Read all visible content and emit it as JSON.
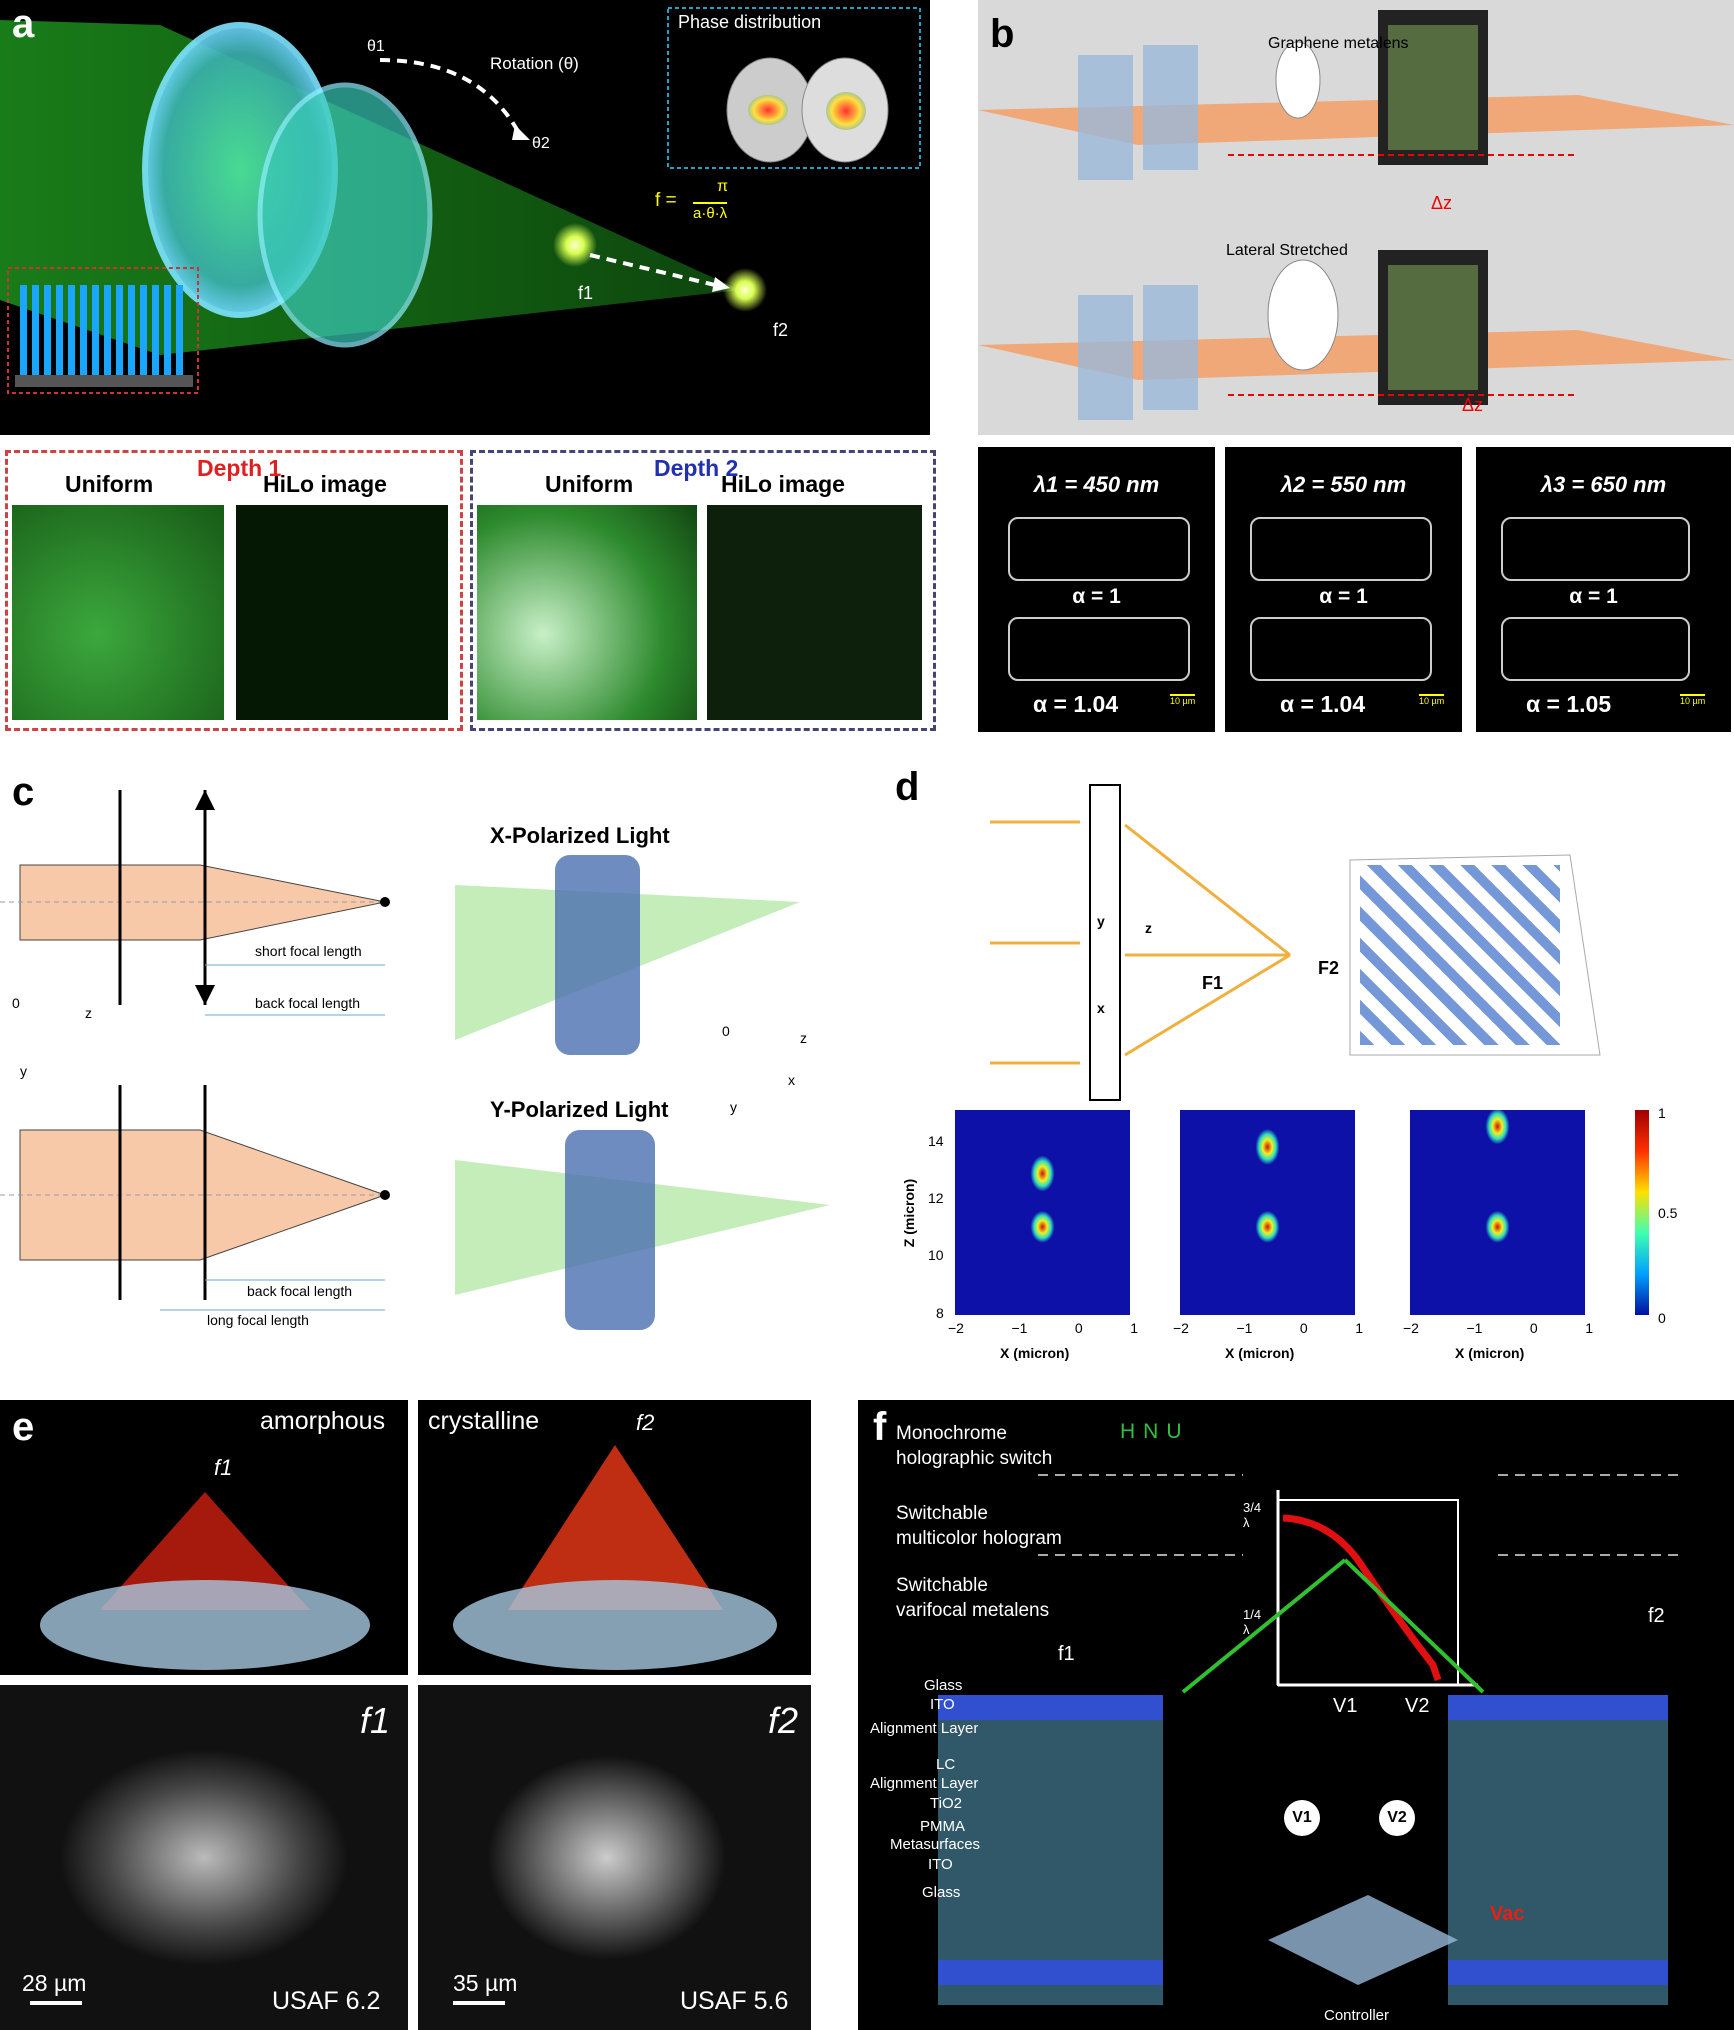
{
  "panel_a": {
    "label": "a",
    "theta1": "θ1",
    "theta2": "θ2",
    "rotation": "Rotation (θ)",
    "phase_title": "Phase distribution",
    "formula_f": "f =",
    "formula_num": "π",
    "formula_den": "a·θ·λ",
    "f1": "f1",
    "f2": "f2",
    "depth1": "Depth 1",
    "depth2": "Depth 2",
    "uniform": "Uniform",
    "hilo": "HiLo image"
  },
  "panel_b": {
    "label": "b",
    "graphene": "Graphene metalens",
    "stretched": "Lateral Stretched",
    "dz": "Δz",
    "lambda1": "λ1 = 450 nm",
    "lambda2": "λ2 = 550 nm",
    "lambda3": "λ3 = 650 nm",
    "alpha_1": "α = 1",
    "alpha_104": "α = 1.04",
    "alpha_105": "α = 1.05",
    "scale": "10 µm"
  },
  "panel_c": {
    "label": "c",
    "x_pol": "X-Polarized Light",
    "y_pol": "Y-Polarized Light",
    "short_fl": "short focal length",
    "back_fl": "back focal length",
    "long_fl": "long focal length",
    "axis_0": "0",
    "axis_z": "z",
    "axis_y": "y",
    "axis_x": "x"
  },
  "panel_d": {
    "label": "d",
    "F1": "F1",
    "F2": "F2",
    "y": "y",
    "z": "z",
    "x": "x",
    "ylabel": "Z (micron)",
    "xlabel": "X (micron)",
    "yticks": [
      "14",
      "12",
      "10",
      "8"
    ],
    "xticks": [
      "−2",
      "−1",
      "0",
      "1"
    ],
    "cbar": [
      "1",
      "0.5",
      "0"
    ]
  },
  "panel_e": {
    "label": "e",
    "amorphous": "amorphous",
    "crystalline": "crystalline",
    "f1": "f1",
    "f2": "f2",
    "scale1": "28 µm",
    "scale2": "35 µm",
    "usaf1": "USAF 6.2",
    "usaf2": "USAF 5.6"
  },
  "panel_f": {
    "label": "f",
    "mono1": "Monochrome",
    "mono2": "holographic switch",
    "multi1": "Switchable",
    "multi2": "multicolor hologram",
    "vari1": "Switchable",
    "vari2": "varifocal metalens",
    "hnu": "HNU",
    "q3": "3/4 λ",
    "q1": "1/4 λ",
    "v1": "V1",
    "v2": "V2",
    "f1": "f1",
    "f2": "f2",
    "layers": [
      "Glass",
      "ITO",
      "Alignment Layer",
      "LC",
      "Alignment Layer",
      "TiO2",
      "PMMA",
      "Metasurfaces",
      "ITO",
      "Glass"
    ],
    "vac": "Vac",
    "controller": "Controller"
  }
}
